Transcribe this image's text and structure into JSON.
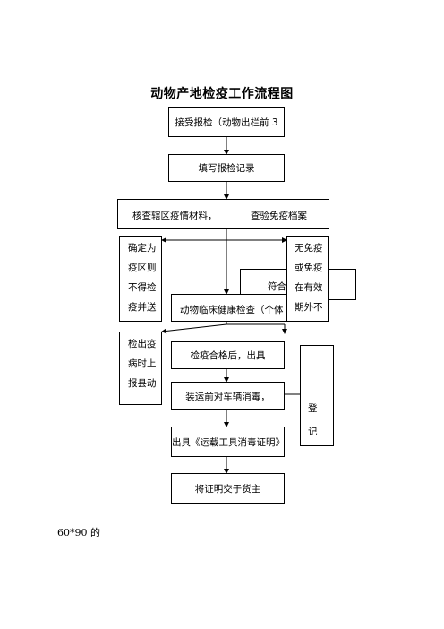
{
  "title": "动物产地检疫工作流程图",
  "nodes": {
    "accept": "接受报检（动物出栏前 3",
    "record": "填写报检记录",
    "check_materials": "核查辖区疫情材料，",
    "check_archive": "查验免疫档案",
    "confirm_lines": [
      "确定为",
      "疫区则",
      "不得检",
      "疫并送"
    ],
    "no_immunity_lines": [
      "无免疫",
      "或免疫",
      "在有效",
      "期外不"
    ],
    "compliant": "符合免",
    "clinical": "动物临床健康检查（个体",
    "detected_lines": [
      "检出疫",
      "病时上",
      "报县动"
    ],
    "issue": "检疫合格后，出具",
    "register_lines": [
      "登",
      "记"
    ],
    "disinfect": "装运前对车辆消毒，",
    "certificate": "出具《运载工具消毒证明》",
    "deliver": "将证明交于货主"
  },
  "footnote": "60*90 的"
}
